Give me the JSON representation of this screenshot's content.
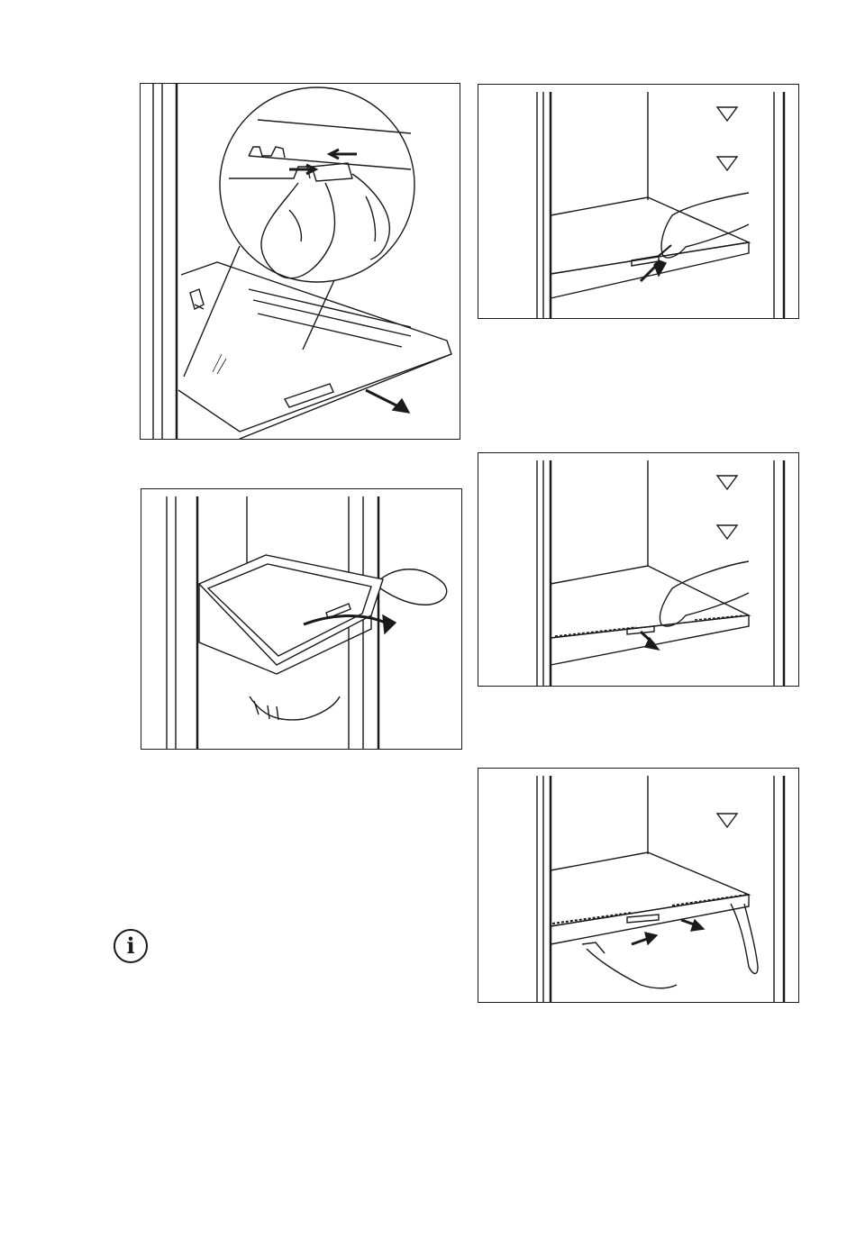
{
  "page": {
    "figures": [
      {
        "id": "p1",
        "icon": "drawer-clip-release-illustration"
      },
      {
        "id": "p2",
        "icon": "drawer-press-latch-illustration"
      },
      {
        "id": "p3",
        "icon": "drawer-lift-tilt-illustration"
      },
      {
        "id": "p4",
        "icon": "drawer-pull-out-illustration"
      },
      {
        "id": "p5",
        "icon": "drawer-remove-illustration"
      }
    ],
    "info_icon": {
      "glyph": "i",
      "icon": "info-icon"
    },
    "colors": {
      "line": "#1a1a1a",
      "background": "#ffffff"
    }
  }
}
